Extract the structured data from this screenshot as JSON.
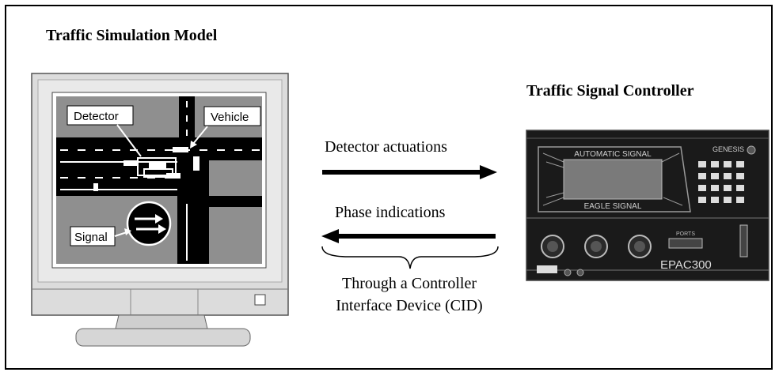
{
  "titles": {
    "model": "Traffic Simulation Model",
    "controller": "Traffic Signal Controller"
  },
  "arrows": {
    "forward_label": "Detector actuations",
    "backward_label": "Phase indications",
    "interface_line1": "Through a Controller",
    "interface_line2": "Interface Device (CID)"
  },
  "screen_labels": {
    "detector": "Detector",
    "vehicle": "Vehicle",
    "signal": "Signal"
  },
  "device": {
    "top_text": "AUTOMATIC SIGNAL",
    "display_text": "EAGLE SIGNAL",
    "brand": "GENESIS",
    "model_text": "EPAC300",
    "port_label": "PORTS"
  },
  "colors": {
    "monitor_body": "#dcdcdc",
    "road": "#000000",
    "block": "#8f8f8f",
    "device_body": "#1a1a1a",
    "display": "#7a7a7a"
  }
}
